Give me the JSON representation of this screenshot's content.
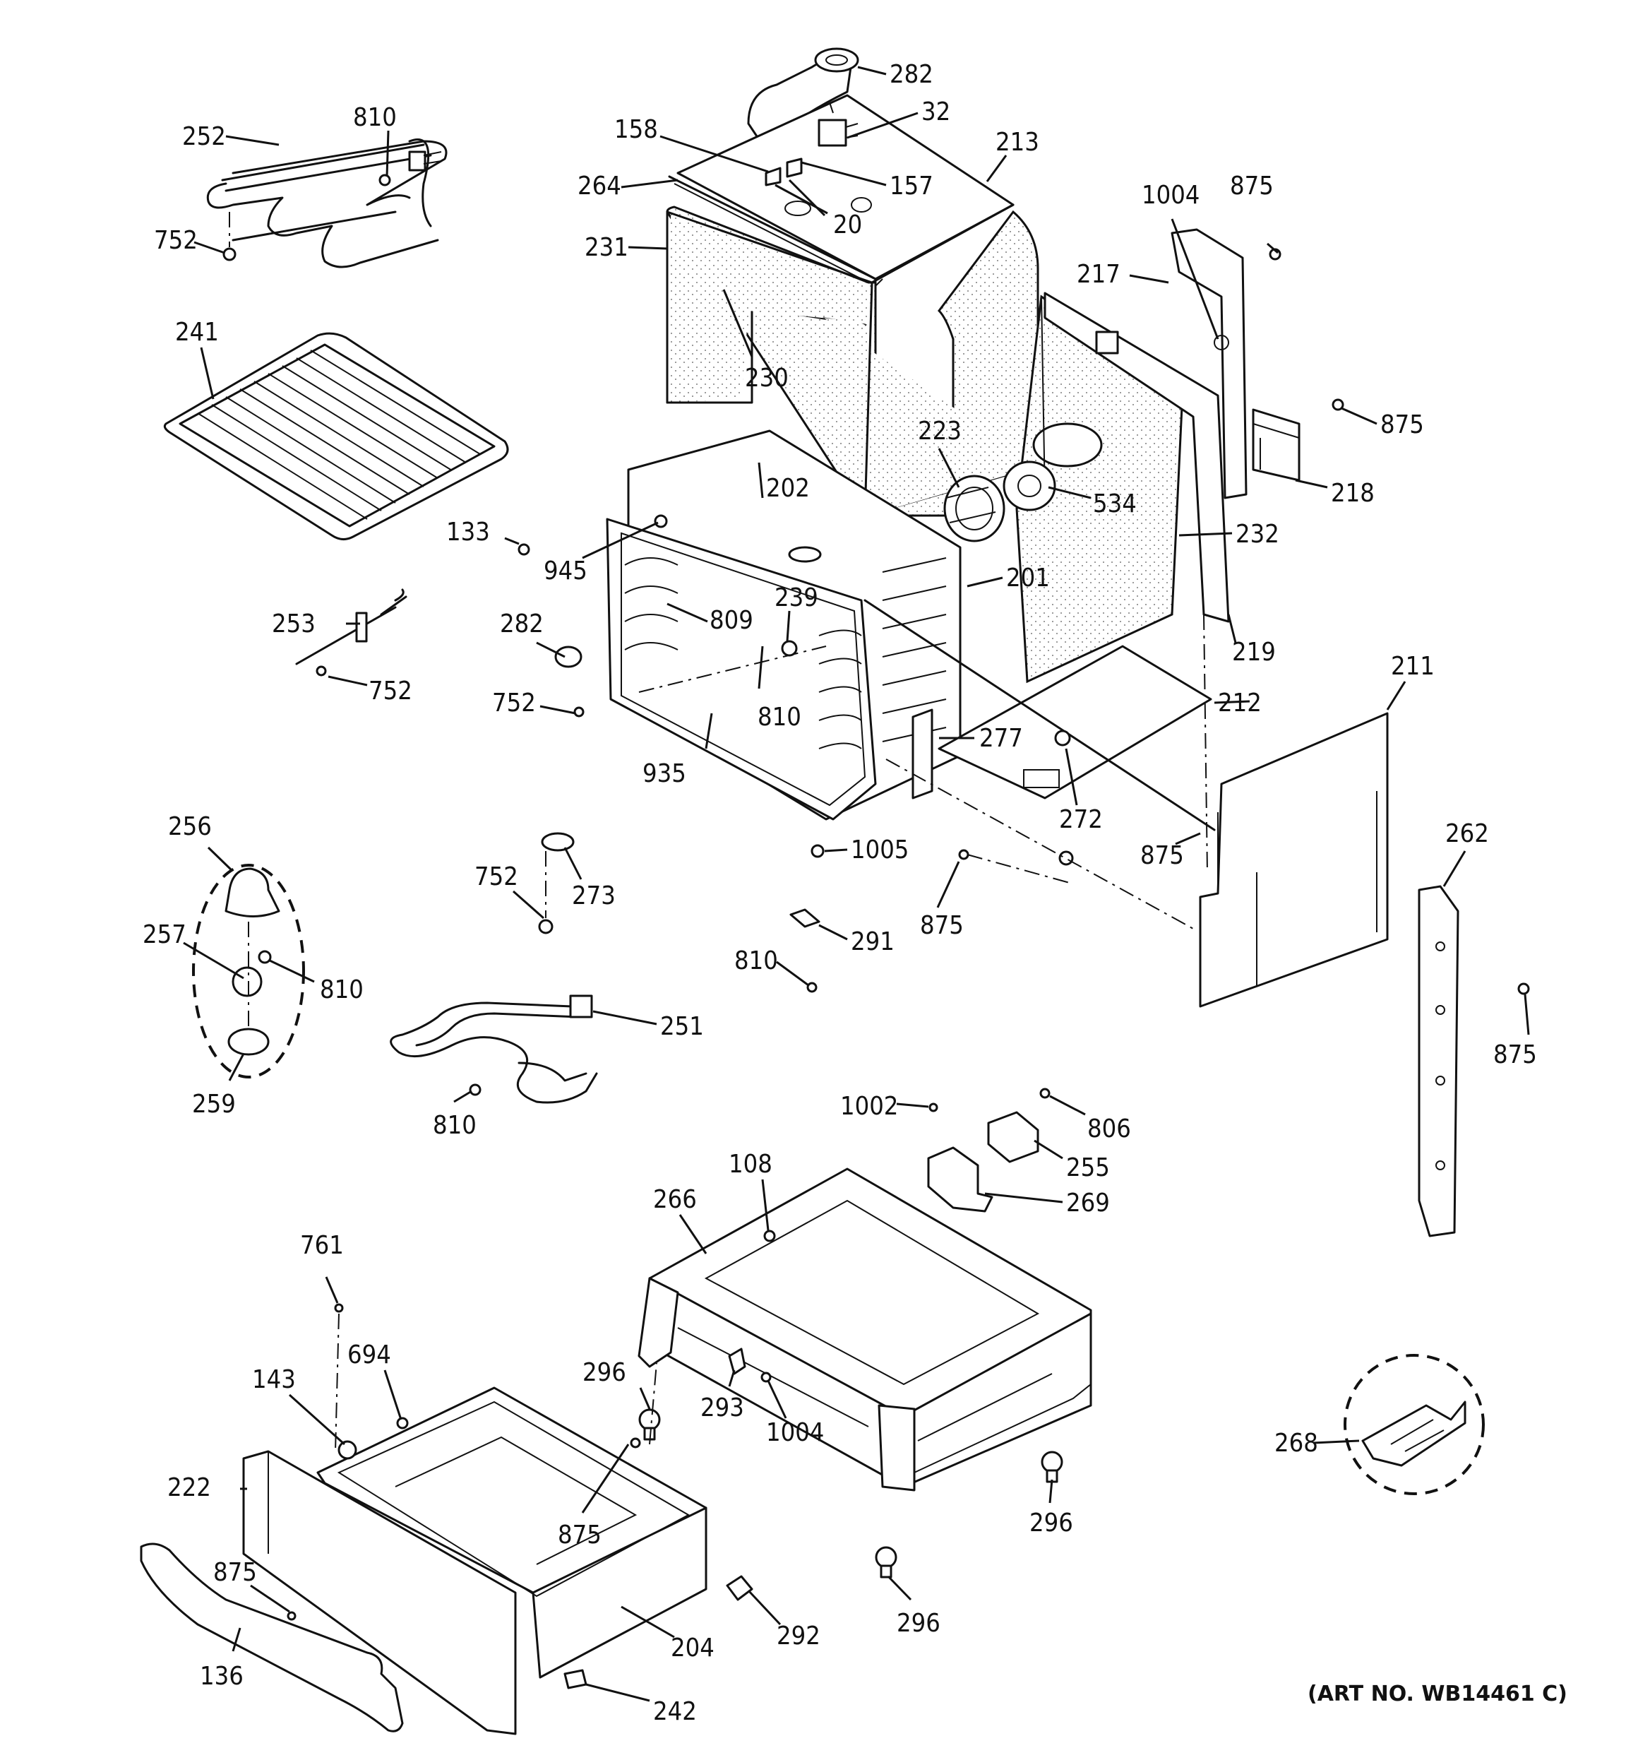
{
  "art_number": "(ART NO. WB14461 C)",
  "labels": [
    {
      "id": "l282a",
      "text": "282"
    },
    {
      "id": "l32",
      "text": "32"
    },
    {
      "id": "l810a",
      "text": "810"
    },
    {
      "id": "l252",
      "text": "252"
    },
    {
      "id": "l158",
      "text": "158"
    },
    {
      "id": "l213",
      "text": "213"
    },
    {
      "id": "l264",
      "text": "264"
    },
    {
      "id": "l157",
      "text": "157"
    },
    {
      "id": "l20",
      "text": "20"
    },
    {
      "id": "l875a",
      "text": "875"
    },
    {
      "id": "l1004a",
      "text": "1004"
    },
    {
      "id": "l752a",
      "text": "752"
    },
    {
      "id": "l231",
      "text": "231"
    },
    {
      "id": "l217",
      "text": "217"
    },
    {
      "id": "l241",
      "text": "241"
    },
    {
      "id": "l230",
      "text": "230"
    },
    {
      "id": "l875b",
      "text": "875"
    },
    {
      "id": "l223",
      "text": "223"
    },
    {
      "id": "l218",
      "text": "218"
    },
    {
      "id": "l534",
      "text": "534"
    },
    {
      "id": "l133",
      "text": "133"
    },
    {
      "id": "l202",
      "text": "202"
    },
    {
      "id": "l232",
      "text": "232"
    },
    {
      "id": "l945",
      "text": "945"
    },
    {
      "id": "l201",
      "text": "201"
    },
    {
      "id": "l239",
      "text": "239"
    },
    {
      "id": "l253",
      "text": "253"
    },
    {
      "id": "l809",
      "text": "809"
    },
    {
      "id": "l219",
      "text": "219"
    },
    {
      "id": "l282b",
      "text": "282"
    },
    {
      "id": "l752b",
      "text": "752"
    },
    {
      "id": "l211",
      "text": "211"
    },
    {
      "id": "l752c",
      "text": "752"
    },
    {
      "id": "l810b",
      "text": "810"
    },
    {
      "id": "l212",
      "text": "212"
    },
    {
      "id": "l935",
      "text": "935"
    },
    {
      "id": "l277",
      "text": "277"
    },
    {
      "id": "l256",
      "text": "256"
    },
    {
      "id": "l272",
      "text": "272"
    },
    {
      "id": "l262",
      "text": "262"
    },
    {
      "id": "l1005",
      "text": "1005"
    },
    {
      "id": "l875c",
      "text": "875"
    },
    {
      "id": "l752d",
      "text": "752"
    },
    {
      "id": "l273",
      "text": "273"
    },
    {
      "id": "l257",
      "text": "257"
    },
    {
      "id": "l875d",
      "text": "875"
    },
    {
      "id": "l291",
      "text": "291"
    },
    {
      "id": "l810c",
      "text": "810"
    },
    {
      "id": "l810d",
      "text": "810"
    },
    {
      "id": "l875e",
      "text": "875"
    },
    {
      "id": "l251",
      "text": "251"
    },
    {
      "id": "l259",
      "text": "259"
    },
    {
      "id": "l810e",
      "text": "810"
    },
    {
      "id": "l1002",
      "text": "1002"
    },
    {
      "id": "l806",
      "text": "806"
    },
    {
      "id": "l255",
      "text": "255"
    },
    {
      "id": "l108",
      "text": "108"
    },
    {
      "id": "l266",
      "text": "266"
    },
    {
      "id": "l269",
      "text": "269"
    },
    {
      "id": "l761",
      "text": "761"
    },
    {
      "id": "l694",
      "text": "694"
    },
    {
      "id": "l143",
      "text": "143"
    },
    {
      "id": "l296a",
      "text": "296"
    },
    {
      "id": "l293",
      "text": "293"
    },
    {
      "id": "l1004b",
      "text": "1004"
    },
    {
      "id": "l268",
      "text": "268"
    },
    {
      "id": "l222",
      "text": "222"
    },
    {
      "id": "l875f",
      "text": "875"
    },
    {
      "id": "l296b",
      "text": "296"
    },
    {
      "id": "l875g",
      "text": "875"
    },
    {
      "id": "l292",
      "text": "292"
    },
    {
      "id": "l296c",
      "text": "296"
    },
    {
      "id": "l204",
      "text": "204"
    },
    {
      "id": "l136",
      "text": "136"
    },
    {
      "id": "l242",
      "text": "242"
    }
  ]
}
